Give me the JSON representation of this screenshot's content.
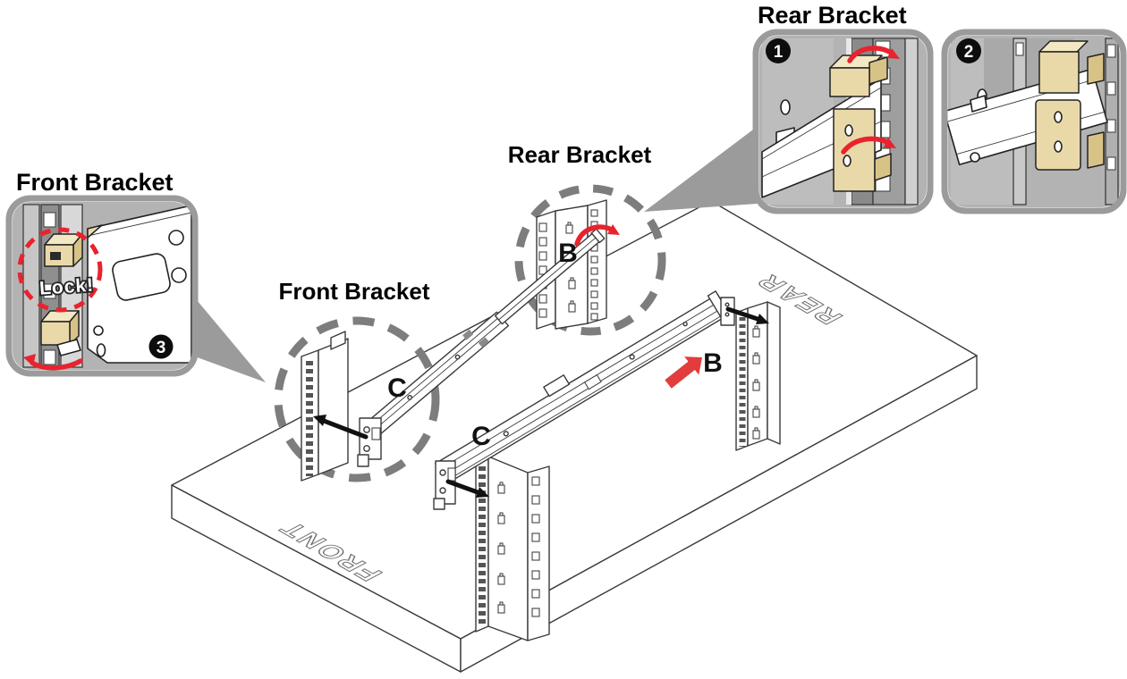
{
  "callouts": {
    "rear": {
      "title": "Rear Bracket",
      "steps": [
        "1",
        "2"
      ]
    },
    "front": {
      "title": "Front Bracket",
      "step": "3",
      "lock_label": "Lock!"
    }
  },
  "main": {
    "front_bracket_label": "Front Bracket",
    "rear_bracket_label": "Rear Bracket",
    "rail_b_label": "B",
    "rail_c_label": "C",
    "surface_front": "FRONT",
    "surface_rear": "REAR"
  },
  "colors": {
    "accent_red": "#e8232e",
    "arrow_red": "#e23c3c",
    "panel_gray": "#b3b3b3",
    "border_gray": "#9b9b9b",
    "dash_gray": "#7d7d7d",
    "bracket_tan": "#ead9a8",
    "line_art": "#3a3a3a"
  }
}
